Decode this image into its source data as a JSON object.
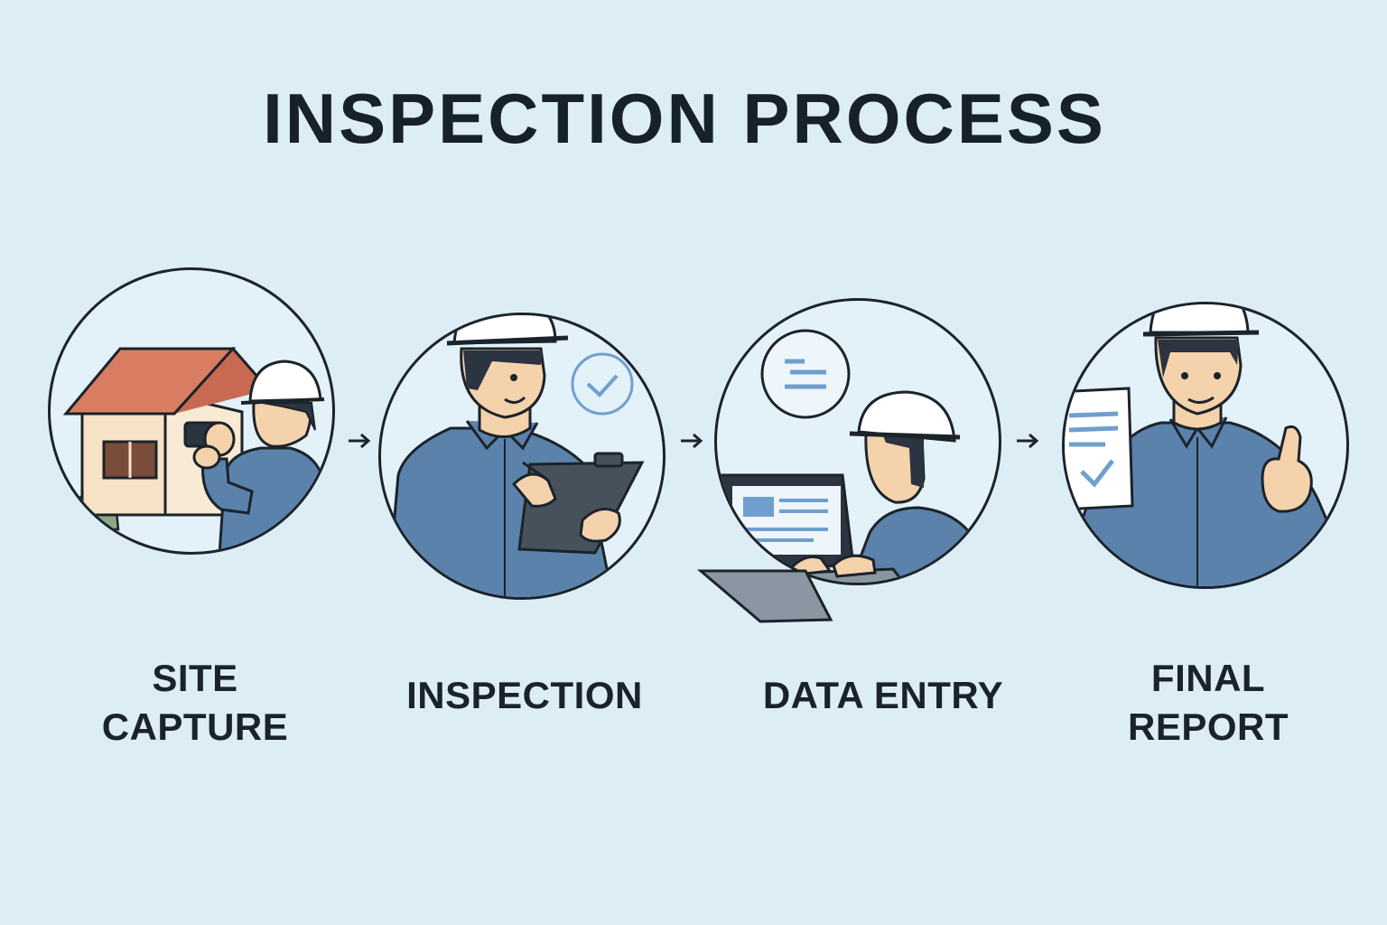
{
  "title": "INSPECTION PROCESS",
  "steps": [
    {
      "label_line1": "SITE",
      "label_line2": "CAPTURE",
      "icon": "house-camera-icon"
    },
    {
      "label_line1": "INSPECTION",
      "label_line2": "",
      "icon": "clipboard-check-icon"
    },
    {
      "label_line1": "DATA ENTRY",
      "label_line2": "",
      "icon": "laptop-icon"
    },
    {
      "label_line1": "FINAL",
      "label_line2": "REPORT",
      "icon": "report-thumbs-up-icon"
    }
  ],
  "colors": {
    "background": "#dcedf6",
    "shirt": "#5a82ab",
    "skin": "#f4d2ab",
    "helmet": "#ffffff",
    "roof": "#d97d62",
    "accent_blue": "#6f9fcf",
    "outline": "#1c232a"
  }
}
